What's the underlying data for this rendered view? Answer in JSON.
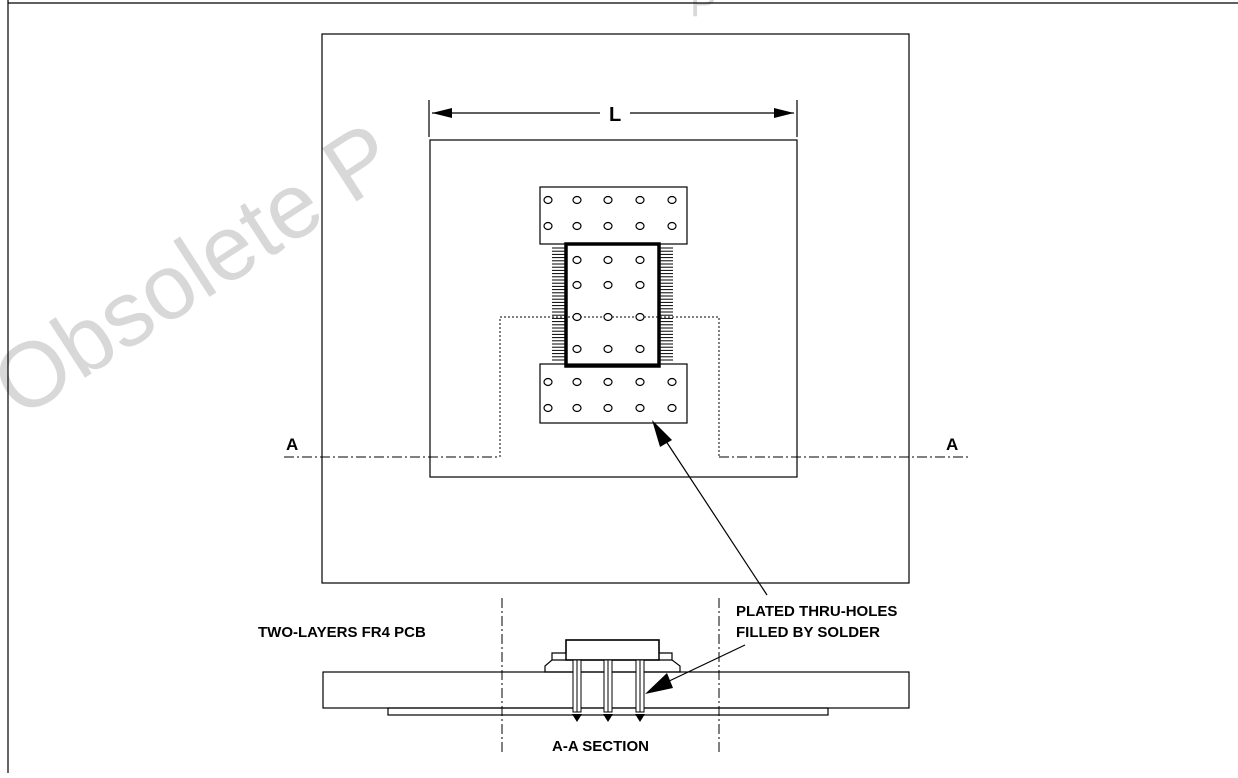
{
  "labels": {
    "dimension_l": "L",
    "section_left": "A",
    "section_right": "A",
    "plated_line1": "PLATED THRU-HOLES",
    "plated_line2": "FILLED BY SOLDER",
    "pcb": "TWO-LAYERS FR4 PCB",
    "section": "A-A SECTION"
  },
  "watermark": {
    "text": "Obsolete P",
    "fragment": "P"
  },
  "colors": {
    "line": "#000000",
    "background": "#ffffff",
    "watermark": "#d8d8d8"
  }
}
